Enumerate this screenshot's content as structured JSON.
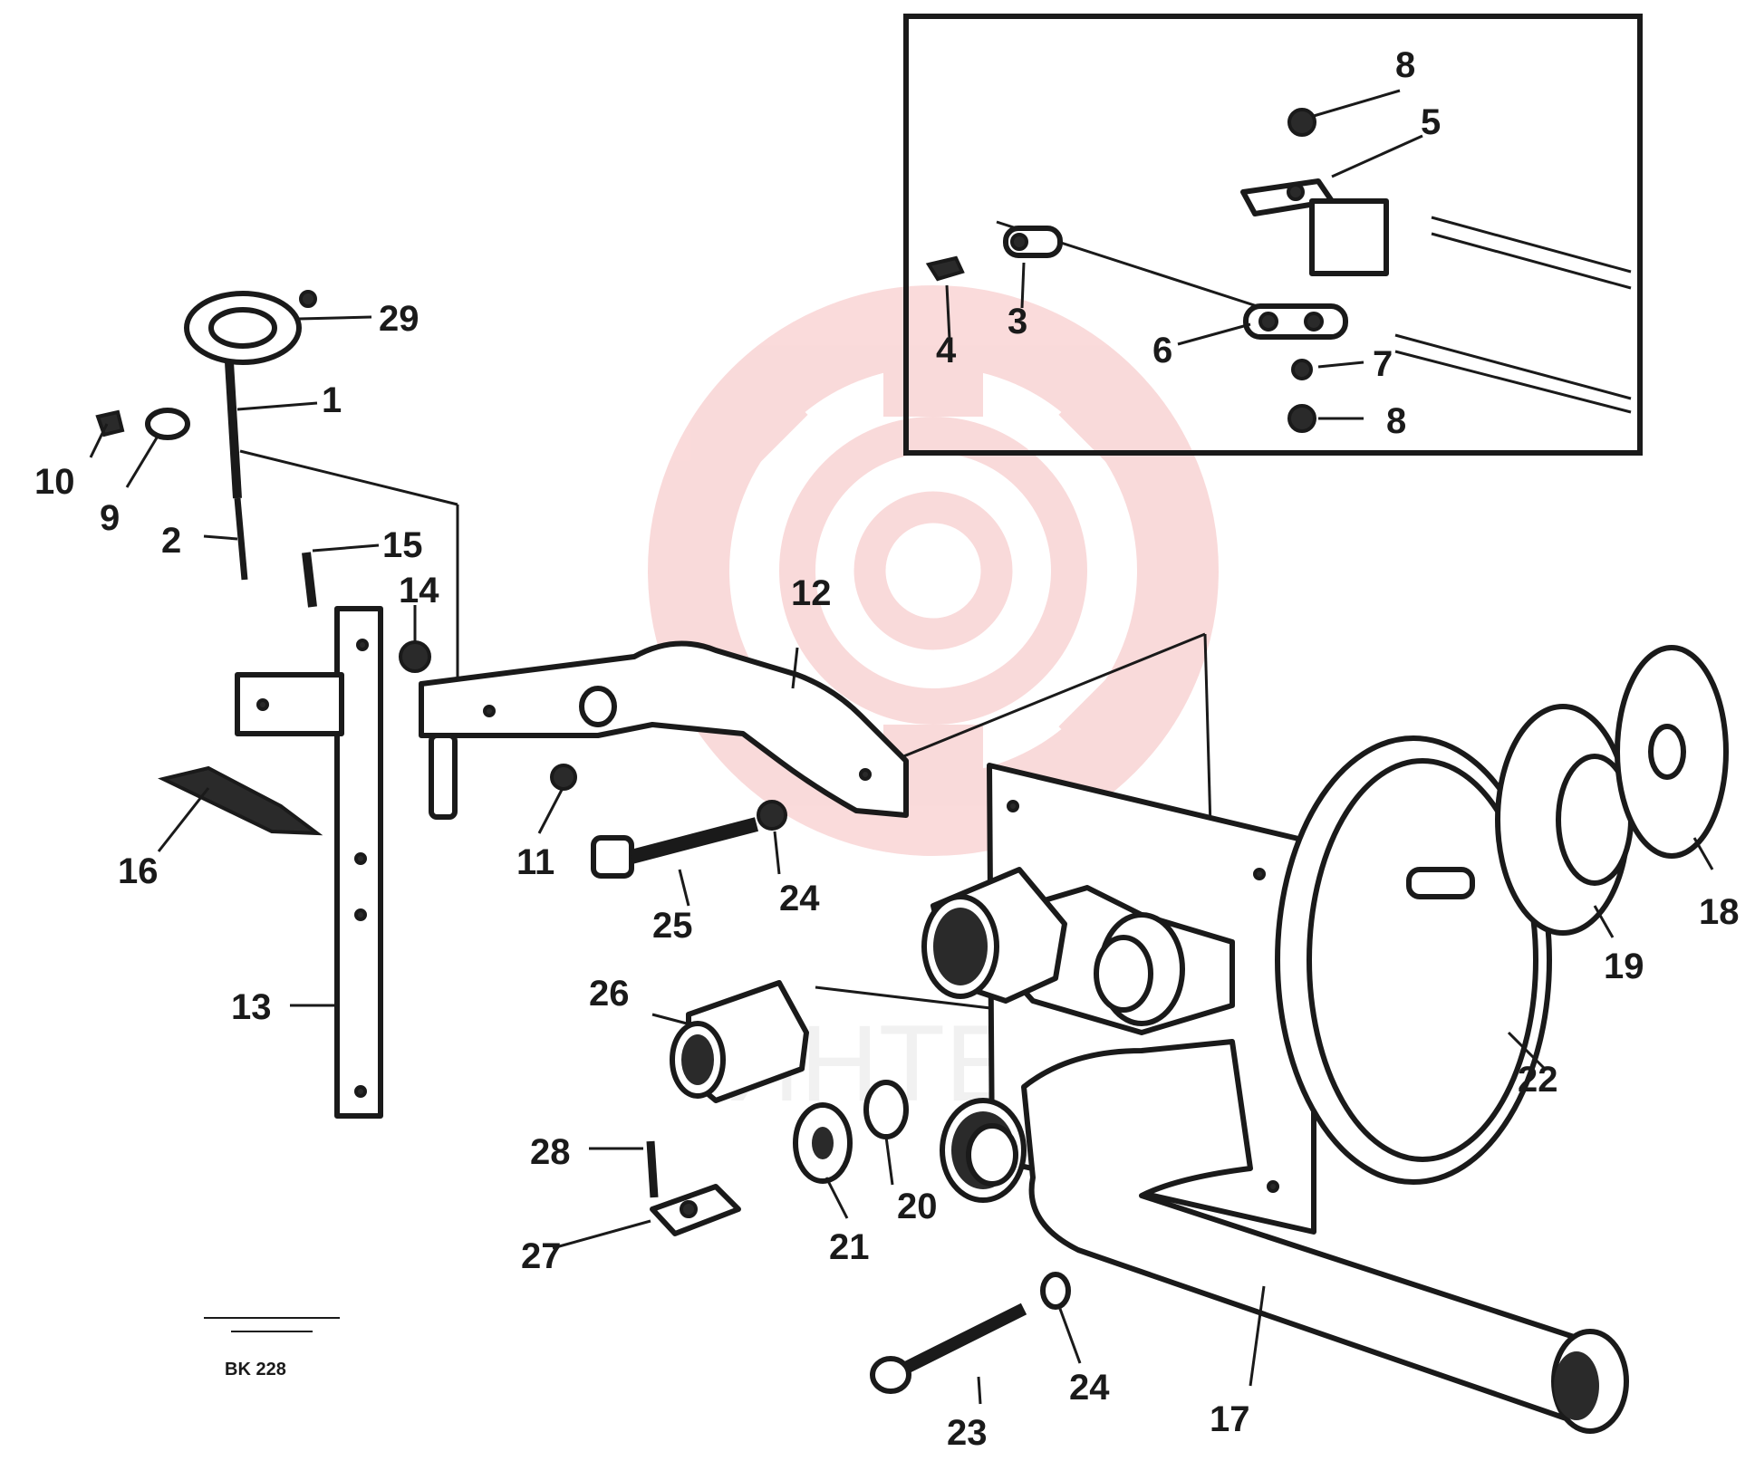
{
  "diagram": {
    "caption_line1": "",
    "caption_code": "BK 228",
    "watermark_text": "ИНТЕХ",
    "watermark_color": "#e85a5a",
    "labels": {
      "p1": "1",
      "p2": "2",
      "p3": "3",
      "p4": "4",
      "p5": "5",
      "p6": "6",
      "p7": "7",
      "p8_top": "8",
      "p8_bottom": "8",
      "p9": "9",
      "p10": "10",
      "p11": "11",
      "p12": "12",
      "p13": "13",
      "p14": "14",
      "p15": "15",
      "p16": "16",
      "p17": "17",
      "p18": "18",
      "p19": "19",
      "p20": "20",
      "p21": "21",
      "p22": "22",
      "p23": "23",
      "p24_upper": "24",
      "p24_lower": "24",
      "p25": "25",
      "p26": "26",
      "p27": "27",
      "p28": "28",
      "p29": "29"
    }
  }
}
